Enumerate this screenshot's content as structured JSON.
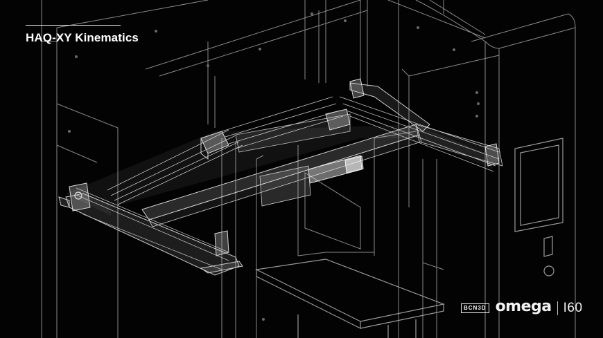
{
  "title": "HAQ-XY Kinematics",
  "brand": {
    "badge": "BCN3D",
    "name": "omega",
    "model": "I60"
  },
  "colors": {
    "background": "#030303",
    "line": "#cfcfcf",
    "rail_fill": "#d8d8d8",
    "text": "#ffffff"
  }
}
